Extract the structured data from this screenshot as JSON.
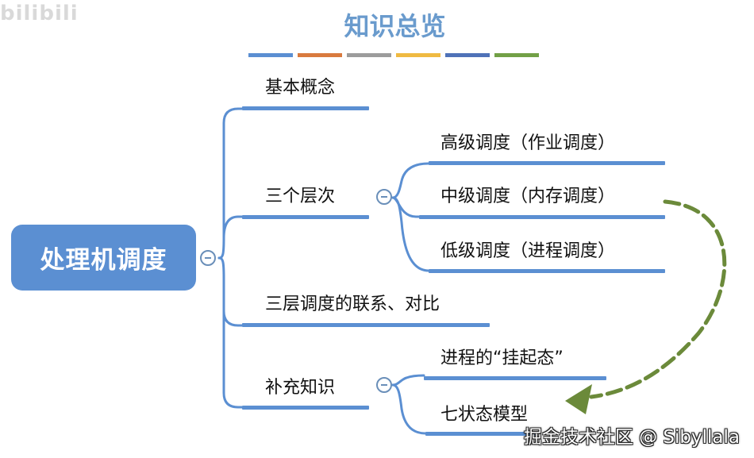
{
  "logo": "bilibili",
  "title": "知识总览",
  "color_bars": [
    "#5b8fd2",
    "#d97a3e",
    "#9c9c9c",
    "#efba42",
    "#4f72b8",
    "#72a046"
  ],
  "root": "处理机调度",
  "branches": [
    {
      "label": "基本概念"
    },
    {
      "label": "三个层次",
      "children": [
        "高级调度（作业调度）",
        "中级调度（内存调度）",
        "低级调度（进程调度）"
      ]
    },
    {
      "label": "三层调度的联系、对比"
    },
    {
      "label": "补充知识",
      "children": [
        "进程的“挂起态”",
        "七状态模型"
      ]
    }
  ],
  "watermark": "掘金技术社区 @ Sibyllala",
  "colors": {
    "accent": "#5b8fd2",
    "arrow": "#6b8a3a",
    "title": "#6a9bcd"
  }
}
